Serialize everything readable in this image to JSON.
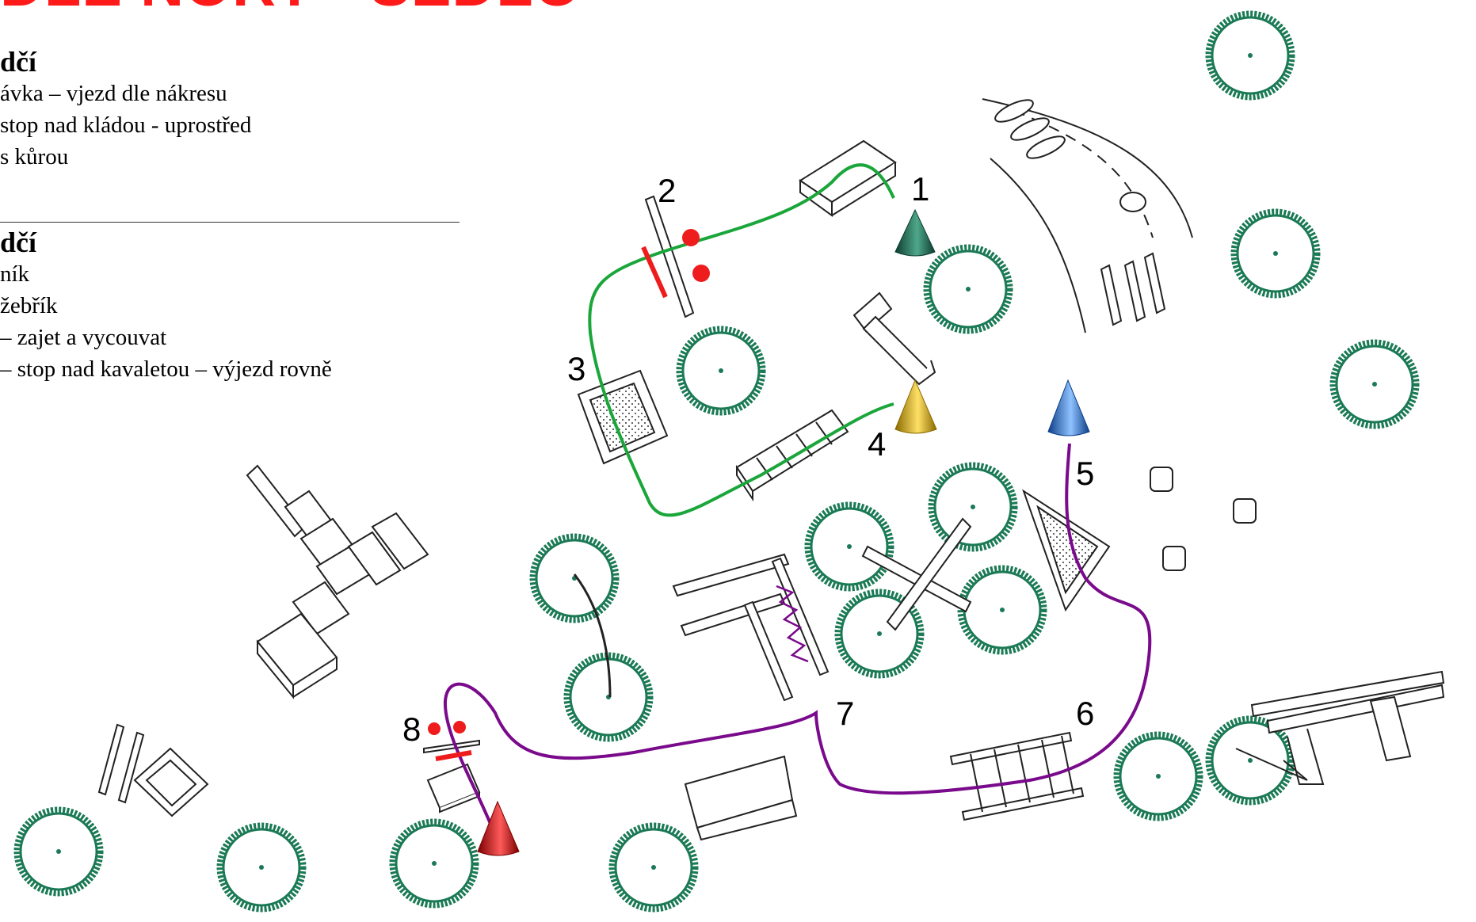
{
  "title": "DLE NORY - SEDLO",
  "section1": {
    "heading": "dčí",
    "lines": [
      "ávka – vjezd dle nákresu",
      "stop nad kládou - uprostřed",
      "s kůrou"
    ]
  },
  "section2": {
    "heading": "dčí",
    "lines": [
      "ník",
      "žebřík",
      "– zajet a vycouvat",
      "– stop nad kavaletou – výjezd rovně"
    ]
  },
  "markers": [
    "1",
    "2",
    "3",
    "4",
    "5",
    "6",
    "7",
    "8"
  ],
  "colors": {
    "title": "#ff1a1a",
    "route_upper": "#1aa63a",
    "route_lower": "#7a0a8c",
    "tree": "#1b7a55",
    "stop_red": "#ee1c1c",
    "cone_green": "#1f6e55",
    "cone_yellow": "#e0b000",
    "cone_blue": "#2a6fd0",
    "cone_red": "#d41010"
  },
  "icons": [
    "tree-icon",
    "cone-icon",
    "barrel-icon",
    "log-obstacle-icon",
    "bridge-icon",
    "ladder-icon",
    "stairs-icon"
  ]
}
